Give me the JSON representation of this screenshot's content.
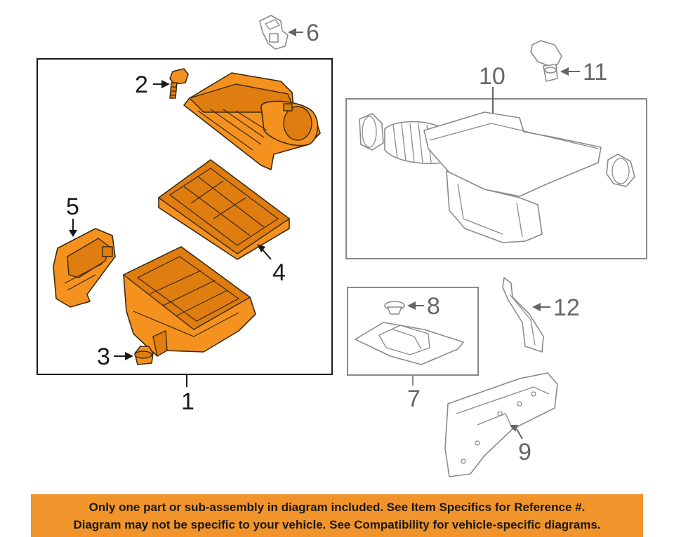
{
  "callouts": {
    "c1": "1",
    "c2": "2",
    "c3": "3",
    "c4": "4",
    "c5": "5",
    "c6": "6",
    "c7": "7",
    "c8": "8",
    "c9": "9",
    "c10": "10",
    "c11": "11",
    "c12": "12"
  },
  "banner": {
    "line1": "Only one part or sub-assembly in diagram included. See Item Specifics for Reference #.",
    "line2": "Diagram may not be specific to your vehicle. See Compatibility for vehicle-specific diagrams."
  },
  "colors": {
    "highlight": "#f5911e",
    "banner": "#f0942b",
    "line_art": "#8a8a8a"
  }
}
